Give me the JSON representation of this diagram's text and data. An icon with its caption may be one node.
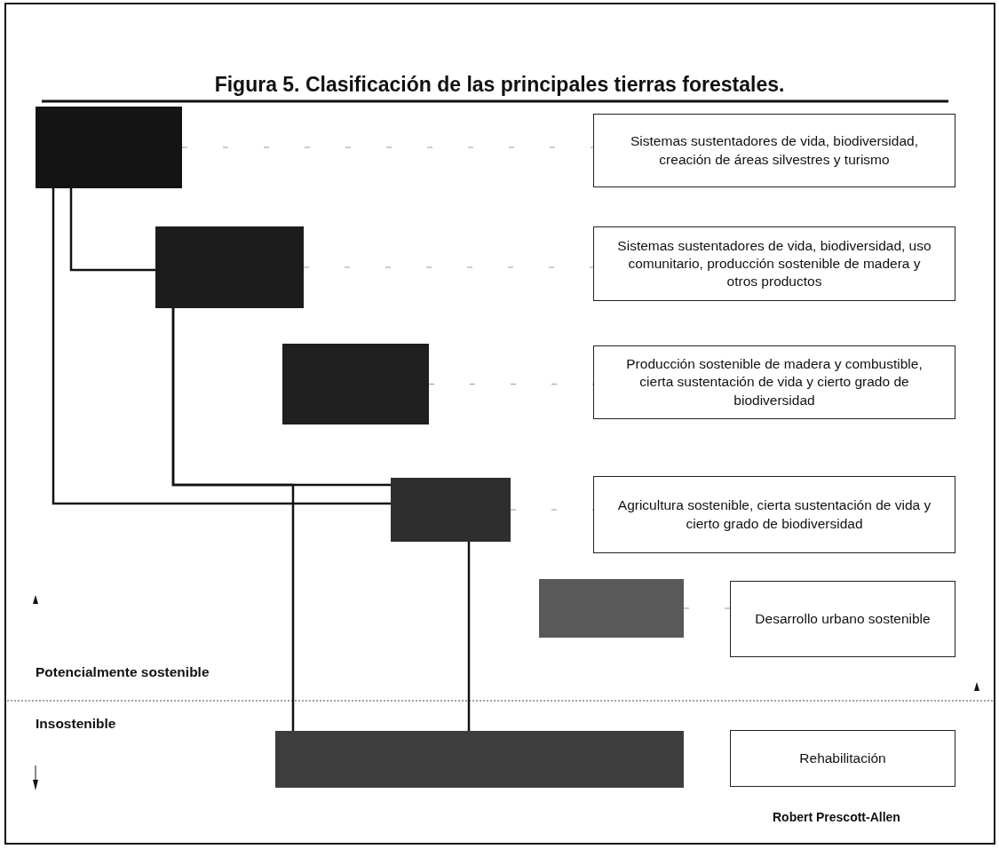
{
  "diagram": {
    "title": "Figura 5. Clasificación de las principales tierras forestales.",
    "nodes": [
      {
        "text": [],
        "shape": "box"
      },
      {
        "text": [],
        "shape": "box"
      },
      {
        "text": [],
        "shape": "box"
      },
      {
        "text": [],
        "shape": "box"
      },
      {
        "text": [],
        "shape": "box"
      },
      {
        "text": [],
        "shape": "box"
      },
      {
        "text": [
          "Sistemas sustentadores de vida, biodiversidad, creación de áreas silvestres y turismo"
        ]
      },
      {
        "text": [
          "Sistemas sustentadores de vida, biodiversidad, uso comunitario, producción sostenible de madera y otros productos"
        ]
      },
      {
        "text": [
          "Producción sostenible de madera y combustible, cierta sustentación de vida y cierto grado de biodiversidad"
        ]
      },
      {
        "text": [
          "Agricultura sostenible, cierta sustentación de vida y cierto grado de biodiversidad"
        ]
      },
      {
        "text": [
          "Desarrollo urbano sostenible"
        ]
      },
      {
        "text": [
          "Rehabilitación"
        ]
      }
    ],
    "edges": [
      {
        "from": 0,
        "to": 3,
        "arrow": "none"
      },
      {
        "from": 0,
        "to": 1,
        "arrow": "none"
      },
      {
        "from": 1,
        "to": 3,
        "arrow": "none"
      },
      {
        "from": 1,
        "to": 5,
        "arrow": "none"
      },
      {
        "from": 3,
        "to": 5,
        "arrow": "none"
      },
      {
        "from": 0,
        "to": 6,
        "arrow": "none",
        "style": "dashed",
        "color": "#999999"
      },
      {
        "from": 1,
        "to": 7,
        "arrow": "none",
        "style": "dashed",
        "color": "#999999"
      },
      {
        "from": 2,
        "to": 8,
        "arrow": "none",
        "style": "dashed",
        "color": "#999999"
      },
      {
        "from": 3,
        "to": 9,
        "arrow": "none",
        "style": "dashed",
        "color": "#999999"
      },
      {
        "from": 4,
        "to": 10,
        "arrow": "none",
        "style": "dashed",
        "color": "#999999"
      }
    ],
    "labels": [
      "Potencialmente sostenible",
      "Insostenible",
      "Robert Prescott-Allen"
    ]
  }
}
